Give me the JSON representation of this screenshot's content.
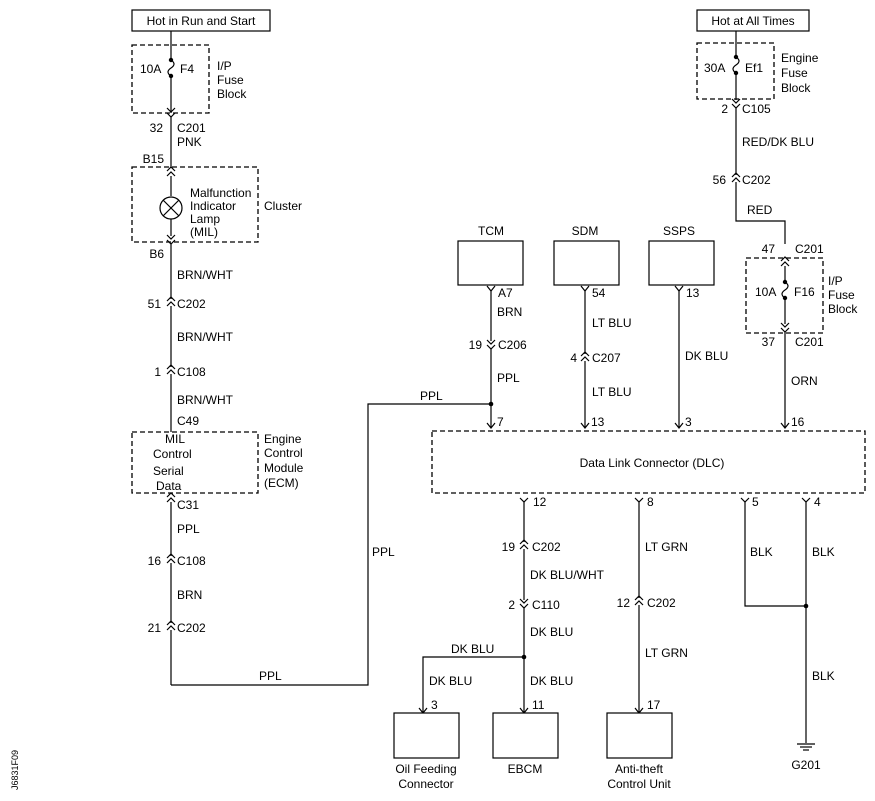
{
  "sources": {
    "run_start": "Hot in Run and Start",
    "all_times": "Hot at All Times"
  },
  "fuses": {
    "f4": {
      "rating": "10A",
      "id": "F4",
      "block": [
        "I/P",
        "Fuse",
        "Block"
      ]
    },
    "ef1": {
      "rating": "30A",
      "id": "Ef1",
      "block": [
        "Engine",
        "Fuse",
        "Block"
      ]
    },
    "f16": {
      "rating": "10A",
      "id": "F16",
      "block": [
        "I/P",
        "Fuse",
        "Block"
      ]
    }
  },
  "cluster": {
    "label": "Cluster",
    "lamp": [
      "Malfunction",
      "Indicator",
      "Lamp",
      "(MIL)"
    ],
    "pin_in": "B15",
    "pin_out": "B6"
  },
  "ecm": {
    "name": [
      "Engine",
      "Control",
      "Module",
      "(ECM)"
    ],
    "mil_control": [
      "MIL",
      "Control"
    ],
    "serial_data": [
      "Serial",
      "Data"
    ],
    "pin_in": "C49",
    "pin_out": "C31"
  },
  "modules": {
    "tcm": {
      "label": "TCM",
      "pin": "A7"
    },
    "sdm": {
      "label": "SDM",
      "pin": "54"
    },
    "ssps": {
      "label": "SSPS",
      "pin": "13"
    }
  },
  "dlc": {
    "label": "Data Link Connector (DLC)",
    "top_pins": [
      "7",
      "13",
      "3",
      "16"
    ],
    "bottom_pins": [
      "12",
      "8",
      "5",
      "4"
    ]
  },
  "bottom_devices": {
    "oil": {
      "label": [
        "Oil Feeding",
        "Connector"
      ],
      "pin": "3"
    },
    "ebcm": {
      "label": "EBCM",
      "pin": "11"
    },
    "antitheft": {
      "label": [
        "Anti-theft",
        "Control Unit"
      ],
      "pin": "17"
    },
    "ground": "G201"
  },
  "connectors": {
    "left_c201": {
      "pin": "32",
      "name": "C201"
    },
    "left_c202_a": {
      "pin": "51",
      "name": "C202"
    },
    "left_c108_a": {
      "pin": "1",
      "name": "C108"
    },
    "left_c108_b": {
      "pin": "16",
      "name": "C108"
    },
    "left_c202_b": {
      "pin": "21",
      "name": "C202"
    },
    "right_c105": {
      "pin": "2",
      "name": "C105"
    },
    "right_c202": {
      "pin": "56",
      "name": "C202"
    },
    "right_c201_in": {
      "pin": "47",
      "name": "C201"
    },
    "right_c201_out": {
      "pin": "37",
      "name": "C201"
    },
    "tcm_c206": {
      "pin": "19",
      "name": "C206"
    },
    "sdm_c207": {
      "pin": "4",
      "name": "C207"
    },
    "dlc12_c202": {
      "pin": "19",
      "name": "C202"
    },
    "dlc12_c110": {
      "pin": "2",
      "name": "C110"
    },
    "dlc8_c202": {
      "pin": "12",
      "name": "C202"
    }
  },
  "wires": {
    "pnk": "PNK",
    "brn_wht": "BRN/WHT",
    "ppl": "PPL",
    "brn": "BRN",
    "red_dkblu": "RED/DK BLU",
    "red": "RED",
    "orn": "ORN",
    "lt_blu": "LT BLU",
    "dk_blu": "DK BLU",
    "dk_blu_wht": "DK BLU/WHT",
    "lt_grn": "LT GRN",
    "blk": "BLK"
  },
  "figure_id": "J6831F09"
}
